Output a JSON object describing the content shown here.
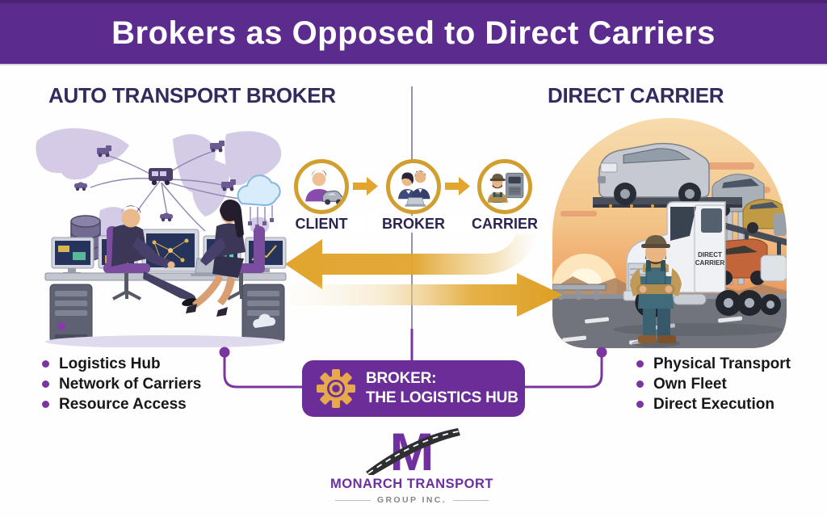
{
  "header": {
    "title": "Brokers as Opposed to Direct Carriers"
  },
  "left_section": {
    "heading": "AUTO TRANSPORT BROKER",
    "bullets": [
      "Logistics Hub",
      "Network of Carriers",
      "Resource Access"
    ],
    "illustration": "broker-operations-room-with-world-map"
  },
  "right_section": {
    "heading": "DIRECT CARRIER",
    "bullets": [
      "Physical Transport",
      "Own Fleet",
      "Direct Execution"
    ],
    "illustration": "car-hauler-truck-with-driver-at-sunset",
    "truck_door_line1": "DIRECT",
    "truck_door_line2": "CARRIER"
  },
  "flow": {
    "nodes": [
      {
        "label": "CLIENT",
        "icon": "client-person-car-icon"
      },
      {
        "label": "BROKER",
        "icon": "broker-team-laptop-icon"
      },
      {
        "label": "CARRIER",
        "icon": "carrier-driver-truck-icon"
      }
    ]
  },
  "hub_badge": {
    "line1": "BROKER:",
    "line2": "THE LOGISTICS HUB",
    "icon": "gear-icon"
  },
  "logo": {
    "monogram": "M",
    "name": "MONARCH TRANSPORT",
    "subtitle": "GROUP INC."
  },
  "colors": {
    "header_purple": "#5b2b8e",
    "badge_purple": "#6b2e98",
    "gold": "#e0a62e",
    "heading_text": "#342a5e",
    "connector_purple": "#7c35a0",
    "logo_purple": "#7030a0"
  }
}
